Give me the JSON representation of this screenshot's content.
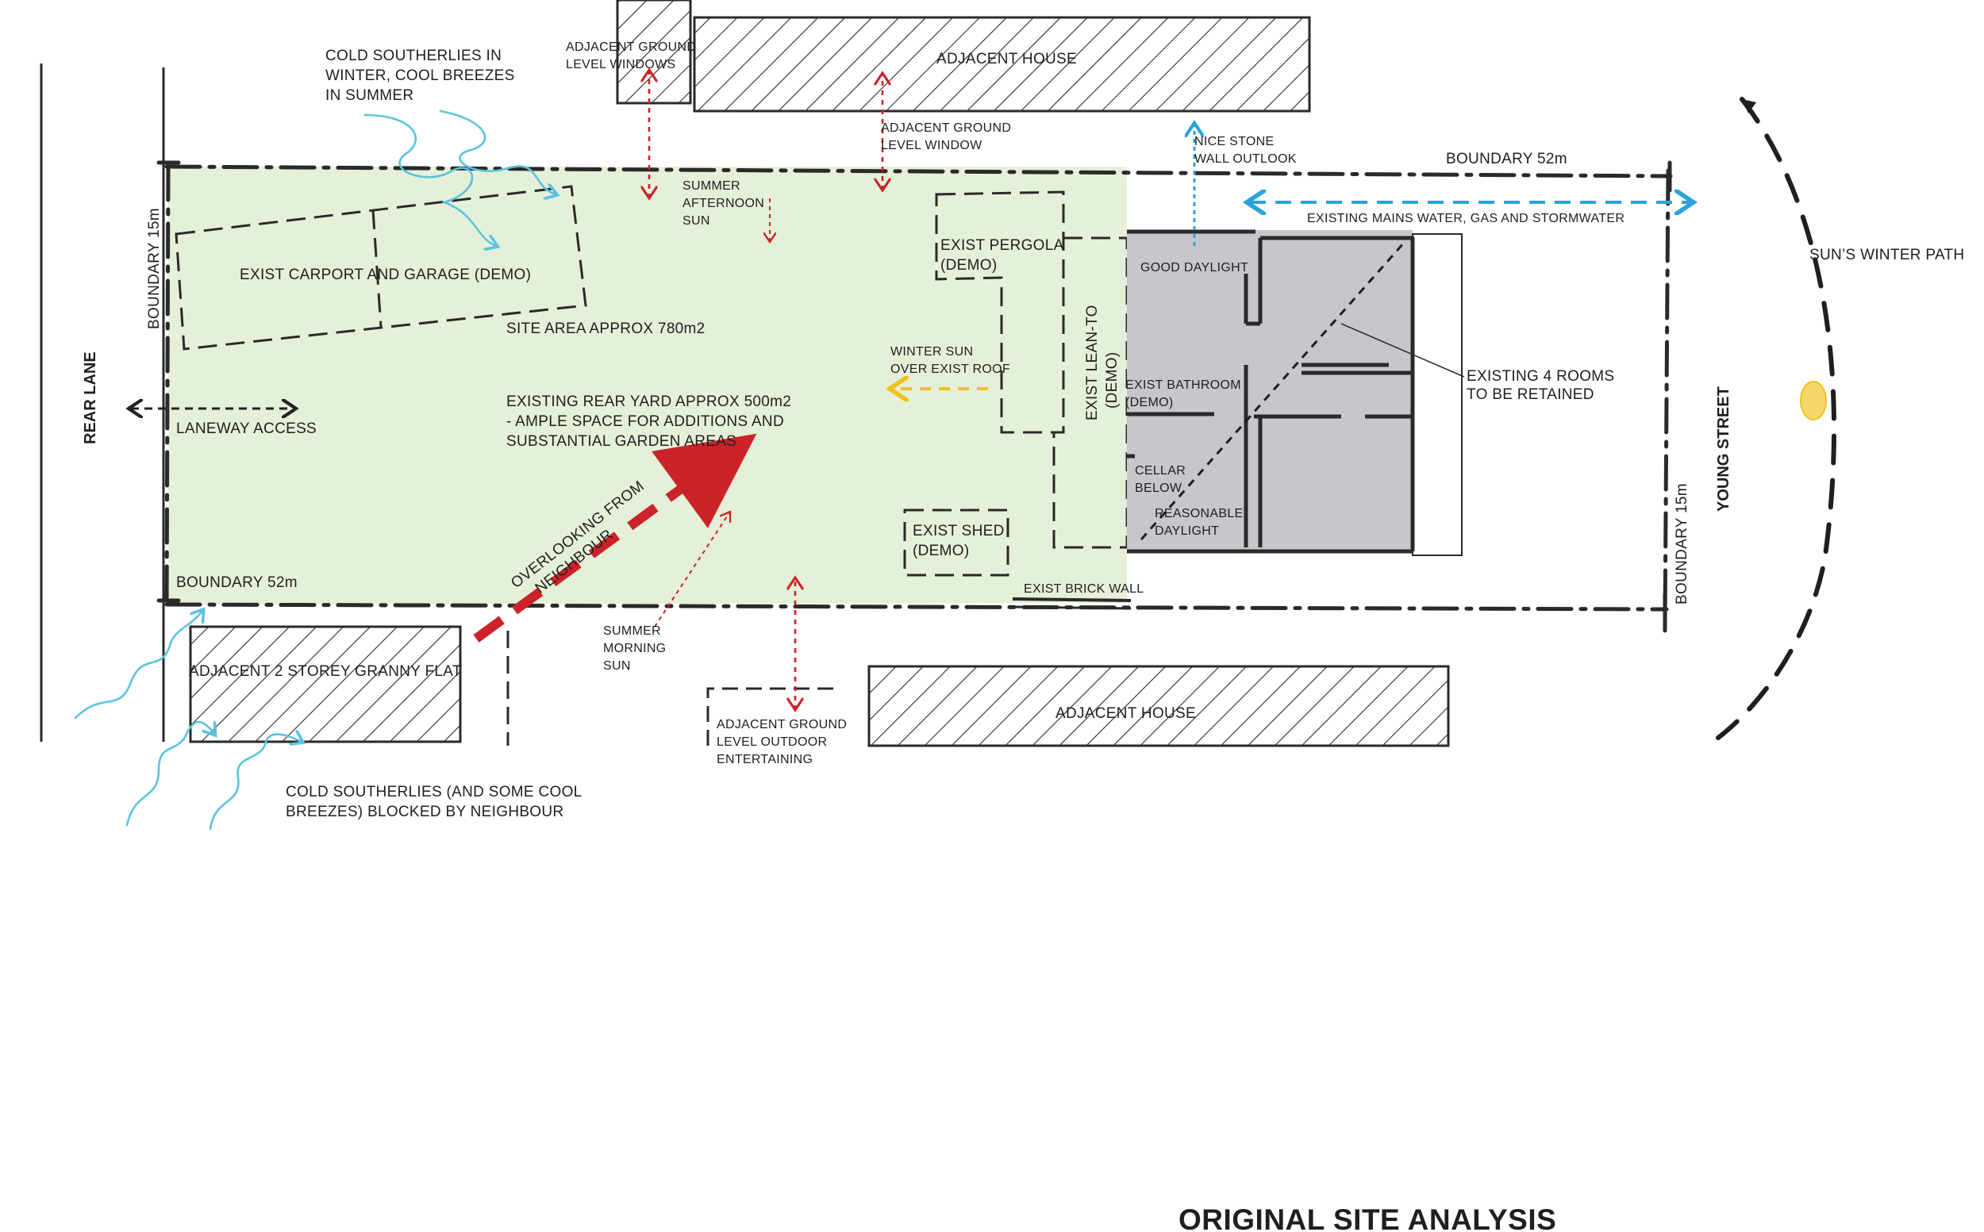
{
  "title": "ORIGINAL SITE ANALYSIS",
  "colors": {
    "site_fill": "#e5f0d8",
    "house_fill": "#c8c6ca",
    "wind_blue": "#5cc3e0",
    "services_blue": "#29a3dc",
    "privacy_red": "#cc2229",
    "sun_yellow": "#f2c21a",
    "sun_fill": "#f4d86a",
    "ink": "#2a2a2a"
  },
  "labels": {
    "cold_southerlies_top": [
      "COLD SOUTHERLIES IN",
      "WINTER, COOL BREEZES",
      "IN SUMMER"
    ],
    "adjacent_ground_windows": [
      "ADJACENT GROUND",
      "LEVEL WINDOWS"
    ],
    "adjacent_house_top": "ADJACENT HOUSE",
    "adjacent_ground_window": [
      "ADJACENT GROUND",
      "LEVEL WINDOW"
    ],
    "nice_stone": [
      "NICE STONE",
      "WALL OUTLOOK"
    ],
    "boundary_top": "BOUNDARY 52m",
    "mains": "EXISTING MAINS WATER, GAS AND STORMWATER",
    "sun_winter_path": "SUN’S WINTER PATH",
    "summer_afternoon": [
      "SUMMER",
      "AFTERNOON",
      "SUN"
    ],
    "exist_pergola": [
      "EXIST PERGOLA",
      "(DEMO)"
    ],
    "good_daylight": "GOOD DAYLIGHT",
    "boundary_left": "BOUNDARY 15m",
    "carport": "EXIST CARPORT AND GARAGE (DEMO)",
    "winter_sun": [
      "WINTER SUN",
      "OVER EXIST ROOF"
    ],
    "site_area": "SITE AREA APPROX 780m2",
    "rear_yard": [
      "EXISTING REAR YARD APPROX 500m2",
      "- AMPLE SPACE FOR ADDITIONS AND",
      "SUBSTANTIAL GARDEN AREAS"
    ],
    "exist_lean_to": [
      "EXIST LEAN-TO",
      "(DEMO)"
    ],
    "exist_bathroom": [
      "EXIST BATHROOM",
      "(DEMO)"
    ],
    "existing_4_rooms": [
      "EXISTING 4 ROOMS",
      "TO BE RETAINED"
    ],
    "rear_lane": "REAR LANE",
    "laneway_access": "LANEWAY ACCESS",
    "cellar_below": [
      "CELLAR",
      "BELOW"
    ],
    "reasonable_daylight": [
      "REASONABLE",
      "DAYLIGHT"
    ],
    "young_street": "YOUNG STREET",
    "boundary_right": "BOUNDARY 15m",
    "overlooking": [
      "OVERLOOKING FROM",
      "NEIGHBOUR"
    ],
    "exist_shed": [
      "EXIST SHED",
      "(DEMO)"
    ],
    "boundary_bottom": "BOUNDARY 52m",
    "exist_brick_wall": "EXIST BRICK WALL",
    "summer_morning": [
      "SUMMER",
      "MORNING",
      "SUN"
    ],
    "granny_flat": "ADJACENT 2 STOREY GRANNY FLAT",
    "adjacent_house_bottom": "ADJACENT HOUSE",
    "adjacent_outdoor": [
      "ADJACENT GROUND",
      "LEVEL OUTDOOR",
      "ENTERTAINING"
    ],
    "cold_southerlies_bottom": [
      "COLD SOUTHERLIES (AND SOME COOL",
      "BREEZES) BLOCKED BY NEIGHBOUR"
    ]
  }
}
